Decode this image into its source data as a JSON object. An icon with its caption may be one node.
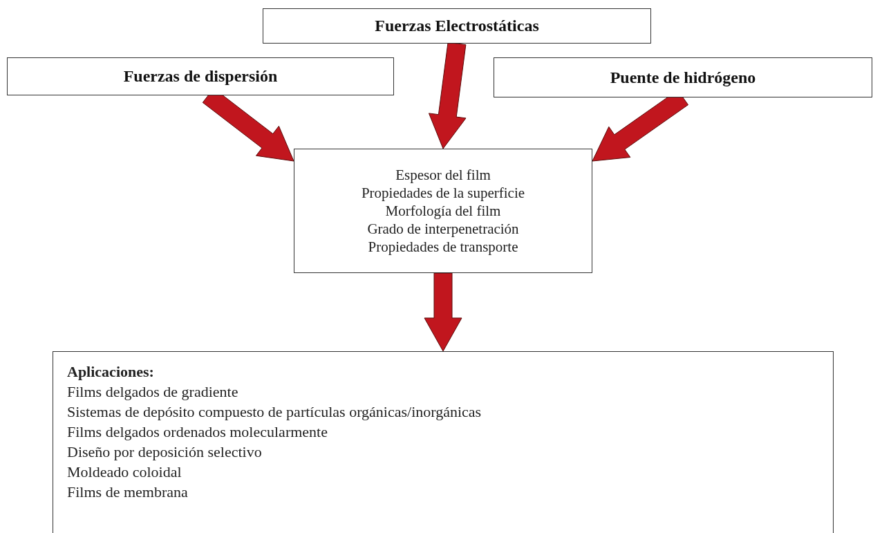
{
  "diagram": {
    "nodes": [
      {
        "text": [
          "Fuerzas Electrostáticas"
        ]
      },
      {
        "text": [
          "Fuerzas de dispersión"
        ]
      },
      {
        "text": [
          "Puente de hidrógeno"
        ]
      },
      {
        "text": [
          "Espesor del film",
          "Propiedades de la superficie",
          "Morfología del film",
          "Grado de interpenetración",
          "Propiedades de transporte"
        ]
      },
      {
        "text": [
          "Aplicaciones:",
          "Films delgados de gradiente",
          "Sistemas de depósito compuesto de partículas orgánicas/inorgánicas",
          "Films delgados ordenados molecularmente",
          "Diseño por deposición selectivo",
          "Moldeado coloidal",
          "Films de membrana"
        ]
      }
    ],
    "edges": [
      {
        "from": 0,
        "to": 3,
        "arrow": "to",
        "style": "thick",
        "color": "#c1161e"
      },
      {
        "from": 1,
        "to": 3,
        "arrow": "to",
        "style": "thick",
        "color": "#c1161e"
      },
      {
        "from": 2,
        "to": 3,
        "arrow": "to",
        "style": "thick",
        "color": "#c1161e"
      },
      {
        "from": 3,
        "to": 4,
        "arrow": "to",
        "style": "thick",
        "color": "#c1161e"
      }
    ]
  }
}
